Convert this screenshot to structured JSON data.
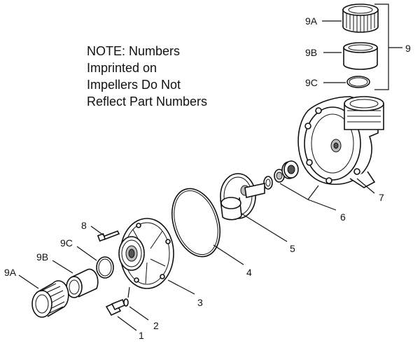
{
  "note": {
    "lines": [
      "NOTE: Numbers",
      "Imprinted on",
      "Impellers Do Not",
      "Reflect Part Numbers"
    ]
  },
  "callouts": {
    "c1": "1",
    "c2": "2",
    "c3": "3",
    "c4": "4",
    "c5": "5",
    "c6": "6",
    "c7": "7",
    "c8": "8",
    "c9": "9",
    "c9a_top": "9A",
    "c9b_top": "9B",
    "c9c_top": "9C",
    "c9a_bottom": "9A",
    "c9b_bottom": "9B",
    "c9c_bottom": "9C"
  }
}
